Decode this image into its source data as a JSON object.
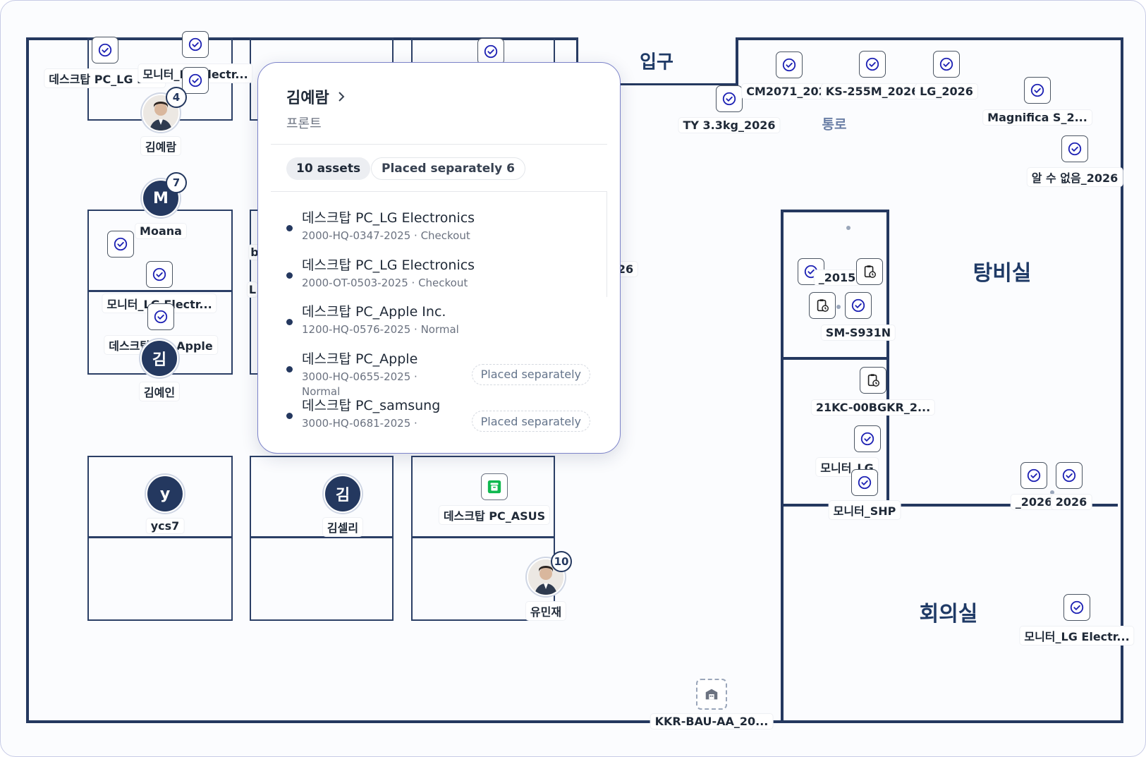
{
  "rooms": {
    "entrance": "입구",
    "corridor": "통로",
    "pantry": "탕비실",
    "meeting": "회의실"
  },
  "colors": {
    "wall": "#24385f",
    "accent": "#1e22b4",
    "popup_border": "#7c83c9",
    "archive_green": "#10b950"
  },
  "assets": [
    {
      "icon": "check-circle-icon",
      "label": "데스크탑 PC_LG El..."
    },
    {
      "icon": "check-circle-icon",
      "label": "모니터_LG Electr..."
    },
    {
      "icon": "check-circle-icon",
      "label": ""
    },
    {
      "icon": "check-circle-icon",
      "label": "TY 3.3kg_2026"
    },
    {
      "icon": "check-circle-icon",
      "label": "CM2071_202"
    },
    {
      "icon": "check-circle-icon",
      "label": "KS-255M_2026"
    },
    {
      "icon": "check-circle-icon",
      "label": "LG_2026"
    },
    {
      "icon": "check-circle-icon",
      "label": "Magnifica S_2..."
    },
    {
      "icon": "check-circle-icon",
      "label": "알 수 없음_2026"
    },
    {
      "icon": "check-circle-icon",
      "label": "모니터_LG Electr..."
    },
    {
      "icon": "check-circle-icon",
      "label": "데스크탑 PC_Apple"
    },
    {
      "icon": "check-circle-icon",
      "label": "_2015"
    },
    {
      "icon": "clipboard-clock-icon",
      "label": ""
    },
    {
      "icon": "clipboard-clock-icon",
      "label": ""
    },
    {
      "icon": "check-circle-icon",
      "label": "SM-S931N"
    },
    {
      "icon": "clipboard-clock-icon",
      "label": "21KC-00BGKR_2..."
    },
    {
      "icon": "check-circle-icon",
      "label": "모니터_LG"
    },
    {
      "icon": "check-circle-icon",
      "label": "모니터_SHP"
    },
    {
      "icon": "check-circle-icon",
      "label": "_2026"
    },
    {
      "icon": "check-circle-icon",
      "label": "2026"
    },
    {
      "icon": "check-circle-icon",
      "label": "모니터_LG Electr..."
    },
    {
      "icon": "archive-icon",
      "label": "데스크탑 PC_ASUS"
    },
    {
      "icon": "warehouse-icon",
      "label": "KKR-BAU-AA_20..."
    },
    {
      "icon": "check-circle-icon",
      "label": ""
    },
    {
      "icon": "check-circle-icon",
      "label": ""
    }
  ],
  "partial_labels": {
    "a": "26",
    "b": "L",
    "c": "b"
  },
  "people": [
    {
      "initial": "",
      "name": "김예람",
      "count": "4",
      "photo": true
    },
    {
      "initial": "M",
      "name": "Moana",
      "count": "7",
      "photo": false
    },
    {
      "initial": "김",
      "name": "김예인",
      "count": "",
      "photo": false
    },
    {
      "initial": "y",
      "name": "ycs7",
      "count": "",
      "photo": false
    },
    {
      "initial": "김",
      "name": "김셀리",
      "count": "",
      "photo": false
    },
    {
      "initial": "",
      "name": "유민재",
      "count": "10",
      "photo": true
    }
  ],
  "popup": {
    "name": "김예람",
    "department": "프론트",
    "asset_count": "10 assets",
    "placed_separately_count": "Placed separately 6",
    "items": [
      {
        "title": "데스크탑 PC_LG Electronics",
        "sub": "2000-HQ-0347-2025 · Checkout",
        "tag": ""
      },
      {
        "title": "데스크탑 PC_LG Electronics",
        "sub": "2000-OT-0503-2025 · Checkout",
        "tag": ""
      },
      {
        "title": "데스크탑 PC_Apple Inc.",
        "sub": "1200-HQ-0576-2025 · Normal",
        "tag": ""
      },
      {
        "title": "데스크탑 PC_Apple",
        "sub": "3000-HQ-0655-2025 ·",
        "sub2": "Normal",
        "tag": "Placed separately"
      },
      {
        "title": "데스크탑 PC_samsung",
        "sub": "3000-HQ-0681-2025 ·",
        "tag": "Placed separately"
      }
    ]
  }
}
